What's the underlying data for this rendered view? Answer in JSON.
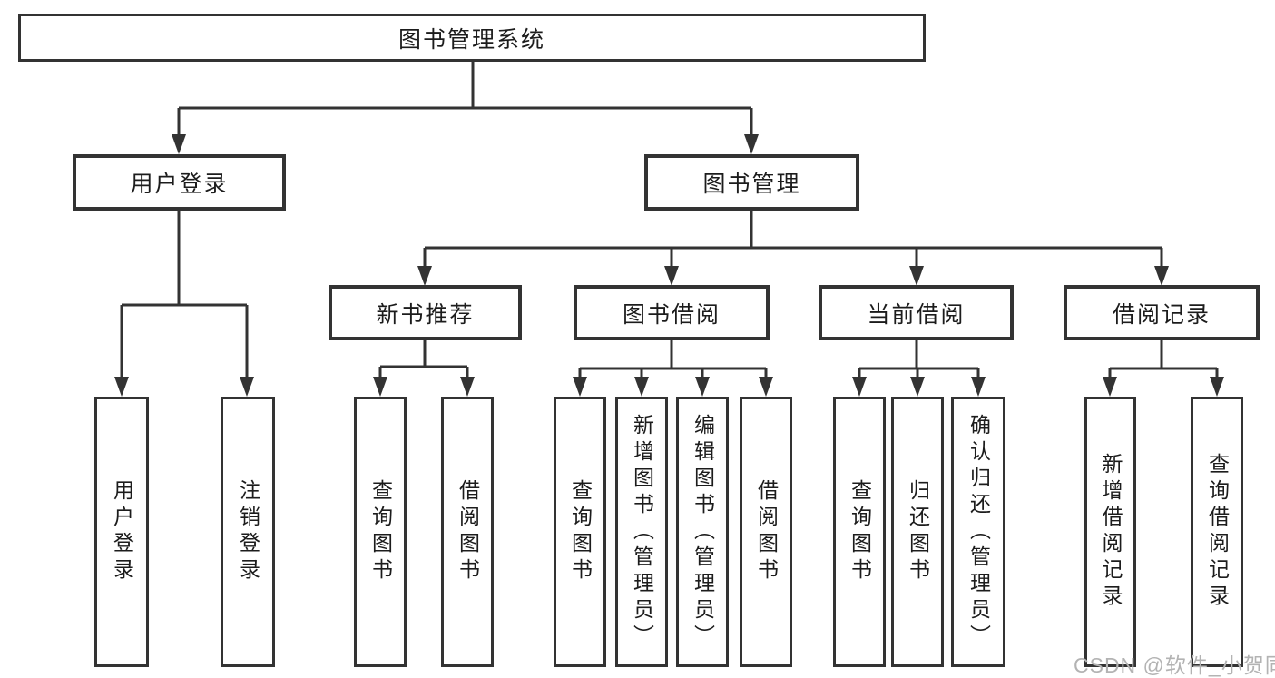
{
  "tree": {
    "root": {
      "label": "图书管理系统"
    },
    "level2": [
      {
        "label": "用户登录"
      },
      {
        "label": "图书管理"
      }
    ],
    "level3": [
      {
        "label": "新书推荐"
      },
      {
        "label": "图书借阅"
      },
      {
        "label": "当前借阅"
      },
      {
        "label": "借阅记录"
      }
    ],
    "leaves": {
      "user_login": [
        "用户登录",
        "注销登录"
      ],
      "new_book": [
        "查询图书",
        "借阅图书"
      ],
      "borrow": [
        "查询图书",
        "新增图书（管理员）",
        "编辑图书（管理员）",
        "借阅图书"
      ],
      "current": [
        "查询图书",
        "归还图书",
        "确认归还（管理员）"
      ],
      "records": [
        "新增借阅记录",
        "查询借阅记录"
      ]
    }
  },
  "watermark": {
    "text": "CSDN @软件_小贺同学"
  },
  "colors": {
    "line": "#333333",
    "text": "#1c1c1c",
    "background": "#ffffff",
    "watermark": "#b3b3b3"
  }
}
